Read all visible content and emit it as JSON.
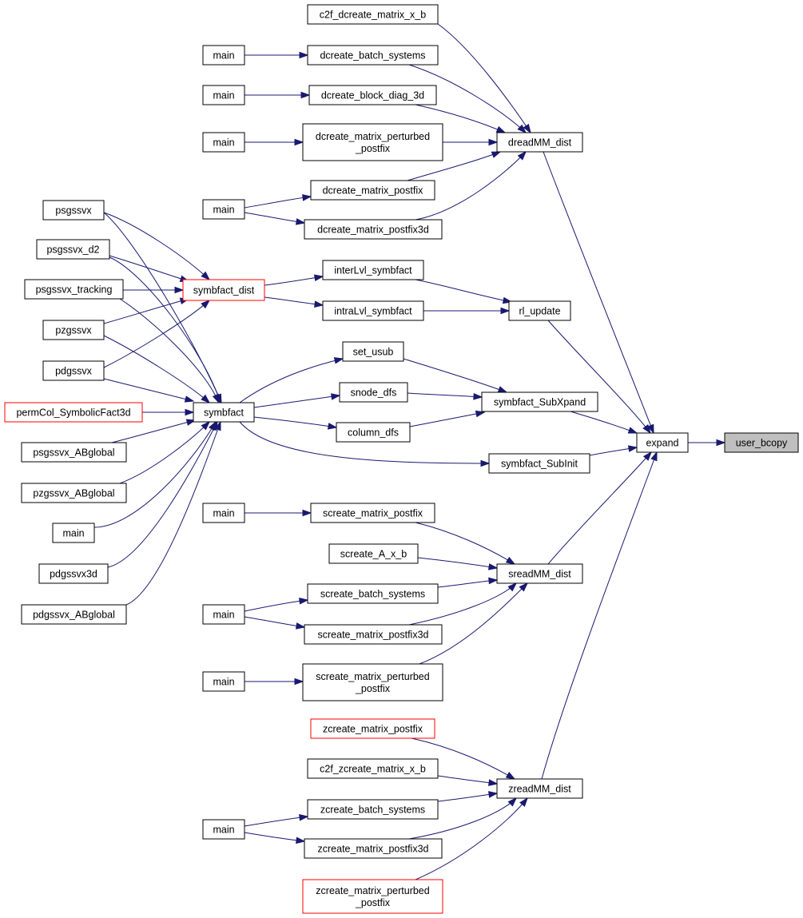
{
  "graph": {
    "title": "",
    "nodes": [
      {
        "id": "user_bcopy",
        "lines": [
          "user_bcopy"
        ],
        "style": "focus"
      },
      {
        "id": "expand",
        "lines": [
          "expand"
        ]
      },
      {
        "id": "dreadMM_dist",
        "lines": [
          "dreadMM_dist"
        ]
      },
      {
        "id": "rl_update",
        "lines": [
          "rl_update"
        ]
      },
      {
        "id": "symbfact_SubXpand",
        "lines": [
          "symbfact_SubXpand"
        ]
      },
      {
        "id": "symbfact_SubInit",
        "lines": [
          "symbfact_SubInit"
        ]
      },
      {
        "id": "sreadMM_dist",
        "lines": [
          "sreadMM_dist"
        ]
      },
      {
        "id": "zreadMM_dist",
        "lines": [
          "zreadMM_dist"
        ]
      },
      {
        "id": "c2f_dcreate_matrix_x_b",
        "lines": [
          "c2f_dcreate_matrix_x_b"
        ]
      },
      {
        "id": "dcreate_batch_systems",
        "lines": [
          "dcreate_batch_systems"
        ]
      },
      {
        "id": "dcreate_block_diag_3d",
        "lines": [
          "dcreate_block_diag_3d"
        ]
      },
      {
        "id": "dcreate_matrix_perturbed_postfix",
        "lines": [
          "dcreate_matrix_perturbed",
          "_postfix"
        ]
      },
      {
        "id": "dcreate_matrix_postfix",
        "lines": [
          "dcreate_matrix_postfix"
        ]
      },
      {
        "id": "dcreate_matrix_postfix3d",
        "lines": [
          "dcreate_matrix_postfix3d"
        ]
      },
      {
        "id": "interLvl_symbfact",
        "lines": [
          "interLvl_symbfact"
        ]
      },
      {
        "id": "intraLvl_symbfact",
        "lines": [
          "intraLvl_symbfact"
        ]
      },
      {
        "id": "set_usub",
        "lines": [
          "set_usub"
        ]
      },
      {
        "id": "snode_dfs",
        "lines": [
          "snode_dfs"
        ]
      },
      {
        "id": "column_dfs",
        "lines": [
          "column_dfs"
        ]
      },
      {
        "id": "symbfact_dist",
        "lines": [
          "symbfact_dist"
        ],
        "style": "trunc"
      },
      {
        "id": "symbfact",
        "lines": [
          "symbfact"
        ]
      },
      {
        "id": "screate_matrix_postfix",
        "lines": [
          "screate_matrix_postfix"
        ]
      },
      {
        "id": "screate_A_x_b",
        "lines": [
          "screate_A_x_b"
        ]
      },
      {
        "id": "screate_batch_systems",
        "lines": [
          "screate_batch_systems"
        ]
      },
      {
        "id": "screate_matrix_postfix3d",
        "lines": [
          "screate_matrix_postfix3d"
        ]
      },
      {
        "id": "screate_matrix_perturbed_postfix",
        "lines": [
          "screate_matrix_perturbed",
          "_postfix"
        ]
      },
      {
        "id": "zcreate_matrix_postfix",
        "lines": [
          "zcreate_matrix_postfix"
        ],
        "style": "trunc"
      },
      {
        "id": "c2f_zcreate_matrix_x_b",
        "lines": [
          "c2f_zcreate_matrix_x_b"
        ]
      },
      {
        "id": "zcreate_batch_systems",
        "lines": [
          "zcreate_batch_systems"
        ]
      },
      {
        "id": "zcreate_matrix_postfix3d",
        "lines": [
          "zcreate_matrix_postfix3d"
        ]
      },
      {
        "id": "zcreate_matrix_perturbed_postfix",
        "lines": [
          "zcreate_matrix_perturbed",
          "_postfix"
        ],
        "style": "trunc"
      },
      {
        "id": "psgssvx",
        "lines": [
          "psgssvx"
        ]
      },
      {
        "id": "psgssvx_d2",
        "lines": [
          "psgssvx_d2"
        ]
      },
      {
        "id": "psgssvx_tracking",
        "lines": [
          "psgssvx_tracking"
        ]
      },
      {
        "id": "pzgssvx",
        "lines": [
          "pzgssvx"
        ]
      },
      {
        "id": "pdgssvx",
        "lines": [
          "pdgssvx"
        ]
      },
      {
        "id": "permCol_SymbolicFact3d",
        "lines": [
          "permCol_SymbolicFact3d"
        ],
        "style": "trunc"
      },
      {
        "id": "psgssvx_ABglobal",
        "lines": [
          "psgssvx_ABglobal"
        ]
      },
      {
        "id": "pzgssvx_ABglobal",
        "lines": [
          "pzgssvx_ABglobal"
        ]
      },
      {
        "id": "main_sym",
        "lines": [
          "main"
        ]
      },
      {
        "id": "pdgssvx3d",
        "lines": [
          "pdgssvx3d"
        ]
      },
      {
        "id": "pdgssvx_ABglobal",
        "lines": [
          "pdgssvx_ABglobal"
        ]
      },
      {
        "id": "main_d1",
        "lines": [
          "main"
        ]
      },
      {
        "id": "main_d2",
        "lines": [
          "main"
        ]
      },
      {
        "id": "main_d3",
        "lines": [
          "main"
        ]
      },
      {
        "id": "main_d4",
        "lines": [
          "main"
        ]
      },
      {
        "id": "main_s1",
        "lines": [
          "main"
        ]
      },
      {
        "id": "main_s2",
        "lines": [
          "main"
        ]
      },
      {
        "id": "main_s3",
        "lines": [
          "main"
        ]
      },
      {
        "id": "main_z1",
        "lines": [
          "main"
        ]
      }
    ],
    "edges": [
      {
        "from": "expand",
        "to": "user_bcopy"
      },
      {
        "from": "dreadMM_dist",
        "to": "expand"
      },
      {
        "from": "rl_update",
        "to": "expand"
      },
      {
        "from": "symbfact_SubXpand",
        "to": "expand"
      },
      {
        "from": "symbfact_SubInit",
        "to": "expand"
      },
      {
        "from": "sreadMM_dist",
        "to": "expand"
      },
      {
        "from": "zreadMM_dist",
        "to": "expand"
      },
      {
        "from": "c2f_dcreate_matrix_x_b",
        "to": "dreadMM_dist"
      },
      {
        "from": "dcreate_batch_systems",
        "to": "dreadMM_dist"
      },
      {
        "from": "dcreate_block_diag_3d",
        "to": "dreadMM_dist"
      },
      {
        "from": "dcreate_matrix_perturbed_postfix",
        "to": "dreadMM_dist"
      },
      {
        "from": "dcreate_matrix_postfix",
        "to": "dreadMM_dist"
      },
      {
        "from": "dcreate_matrix_postfix3d",
        "to": "dreadMM_dist"
      },
      {
        "from": "main_d1",
        "to": "dcreate_batch_systems"
      },
      {
        "from": "main_d2",
        "to": "dcreate_block_diag_3d"
      },
      {
        "from": "main_d3",
        "to": "dcreate_matrix_perturbed_postfix"
      },
      {
        "from": "main_d4",
        "to": "dcreate_matrix_postfix"
      },
      {
        "from": "main_d4",
        "to": "dcreate_matrix_postfix3d"
      },
      {
        "from": "interLvl_symbfact",
        "to": "rl_update"
      },
      {
        "from": "intraLvl_symbfact",
        "to": "rl_update"
      },
      {
        "from": "symbfact_dist",
        "to": "interLvl_symbfact"
      },
      {
        "from": "symbfact_dist",
        "to": "intraLvl_symbfact"
      },
      {
        "from": "psgssvx",
        "to": "symbfact_dist"
      },
      {
        "from": "psgssvx_d2",
        "to": "symbfact_dist"
      },
      {
        "from": "psgssvx_tracking",
        "to": "symbfact_dist"
      },
      {
        "from": "pzgssvx",
        "to": "symbfact_dist"
      },
      {
        "from": "pdgssvx",
        "to": "symbfact_dist"
      },
      {
        "from": "set_usub",
        "to": "symbfact_SubXpand"
      },
      {
        "from": "snode_dfs",
        "to": "symbfact_SubXpand"
      },
      {
        "from": "column_dfs",
        "to": "symbfact_SubXpand"
      },
      {
        "from": "symbfact",
        "to": "set_usub"
      },
      {
        "from": "symbfact",
        "to": "snode_dfs"
      },
      {
        "from": "symbfact",
        "to": "column_dfs"
      },
      {
        "from": "symbfact",
        "to": "symbfact_SubInit"
      },
      {
        "from": "psgssvx",
        "to": "symbfact"
      },
      {
        "from": "psgssvx_d2",
        "to": "symbfact"
      },
      {
        "from": "psgssvx_tracking",
        "to": "symbfact"
      },
      {
        "from": "pzgssvx",
        "to": "symbfact"
      },
      {
        "from": "pdgssvx",
        "to": "symbfact"
      },
      {
        "from": "permCol_SymbolicFact3d",
        "to": "symbfact"
      },
      {
        "from": "psgssvx_ABglobal",
        "to": "symbfact"
      },
      {
        "from": "pzgssvx_ABglobal",
        "to": "symbfact"
      },
      {
        "from": "main_sym",
        "to": "symbfact"
      },
      {
        "from": "pdgssvx3d",
        "to": "symbfact"
      },
      {
        "from": "pdgssvx_ABglobal",
        "to": "symbfact"
      },
      {
        "from": "screate_matrix_postfix",
        "to": "sreadMM_dist"
      },
      {
        "from": "screate_A_x_b",
        "to": "sreadMM_dist"
      },
      {
        "from": "screate_batch_systems",
        "to": "sreadMM_dist"
      },
      {
        "from": "screate_matrix_postfix3d",
        "to": "sreadMM_dist"
      },
      {
        "from": "screate_matrix_perturbed_postfix",
        "to": "sreadMM_dist"
      },
      {
        "from": "main_s1",
        "to": "screate_matrix_postfix"
      },
      {
        "from": "main_s2",
        "to": "screate_batch_systems"
      },
      {
        "from": "main_s2",
        "to": "screate_matrix_postfix3d"
      },
      {
        "from": "main_s3",
        "to": "screate_matrix_perturbed_postfix"
      },
      {
        "from": "zcreate_matrix_postfix",
        "to": "zreadMM_dist"
      },
      {
        "from": "c2f_zcreate_matrix_x_b",
        "to": "zreadMM_dist"
      },
      {
        "from": "zcreate_batch_systems",
        "to": "zreadMM_dist"
      },
      {
        "from": "zcreate_matrix_postfix3d",
        "to": "zreadMM_dist"
      },
      {
        "from": "zcreate_matrix_perturbed_postfix",
        "to": "zreadMM_dist"
      },
      {
        "from": "main_z1",
        "to": "zcreate_batch_systems"
      },
      {
        "from": "main_z1",
        "to": "zcreate_matrix_postfix3d"
      }
    ]
  }
}
